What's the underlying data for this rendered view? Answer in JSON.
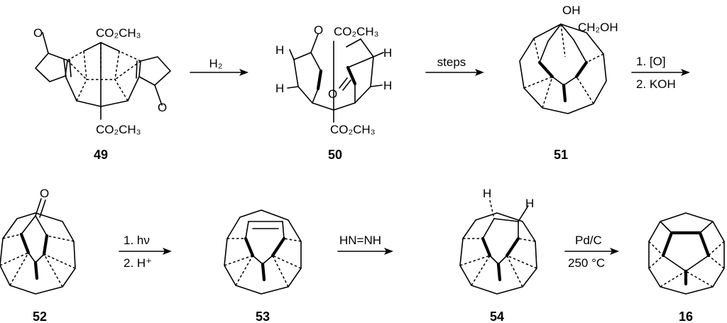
{
  "compounds": [
    {
      "id": "c49",
      "number": "49"
    },
    {
      "id": "c50",
      "number": "50"
    },
    {
      "id": "c51",
      "number": "51"
    },
    {
      "id": "c52",
      "number": "52"
    },
    {
      "id": "c53",
      "number": "53"
    },
    {
      "id": "c54",
      "number": "54"
    },
    {
      "id": "c16",
      "number": "16"
    }
  ],
  "labels": {
    "co2ch3": "CO₂CH₃",
    "oxygen": "O",
    "hydrogen": "H",
    "hydroxyl": "OH",
    "ch2oh": "CH₂OH"
  },
  "reagents": {
    "step1": "H₂",
    "step2": "steps",
    "step3_line1": "1. [O]",
    "step3_line2": "2. KOH",
    "step4_line1": "1. hν",
    "step4_line2": "2. H⁺",
    "step5": "HN=NH",
    "step6_line1": "Pd/C",
    "step6_line2": "250 °C"
  }
}
